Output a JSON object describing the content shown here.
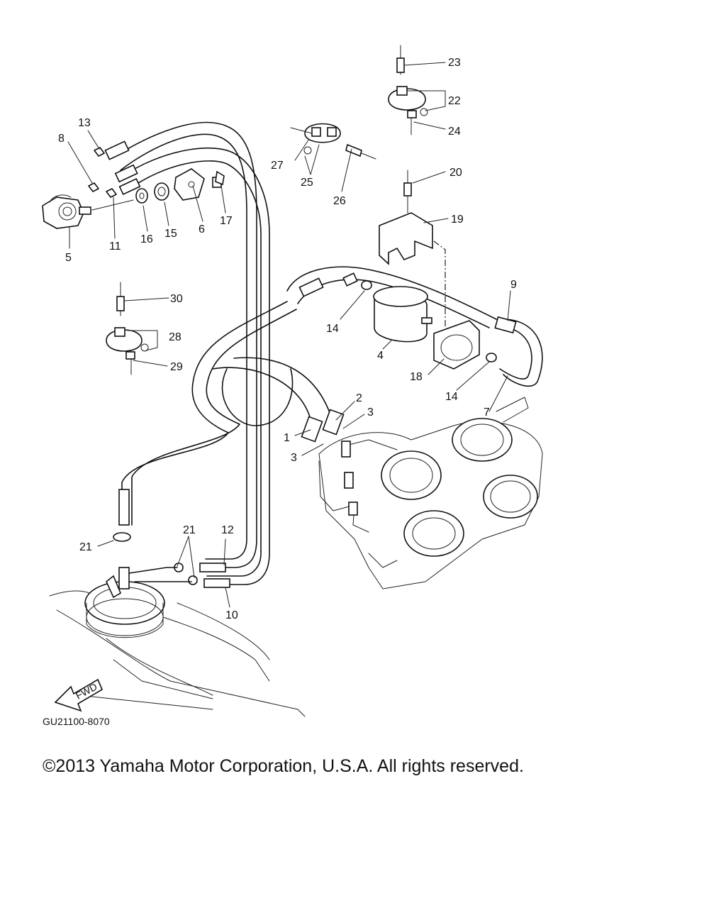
{
  "diagram": {
    "callouts": {
      "c1": "1",
      "c2": "2",
      "c3a": "3",
      "c3b": "3",
      "c4": "4",
      "c5": "5",
      "c6": "6",
      "c7": "7",
      "c8": "8",
      "c9": "9",
      "c10": "10",
      "c11": "11",
      "c12": "12",
      "c13": "13",
      "c14a": "14",
      "c14b": "14",
      "c15": "15",
      "c16": "16",
      "c17": "17",
      "c18": "18",
      "c19": "19",
      "c20": "20",
      "c21a": "21",
      "c21b": "21",
      "c22": "22",
      "c23": "23",
      "c24": "24",
      "c25": "25",
      "c26": "26",
      "c27": "27",
      "c28": "28",
      "c29": "29",
      "c30": "30"
    },
    "fwd_label": "FWD",
    "figure_code": "GU21100-8070"
  },
  "footer": {
    "copyright": "©2013 Yamaha Motor Corporation, U.S.A. All rights reserved."
  }
}
